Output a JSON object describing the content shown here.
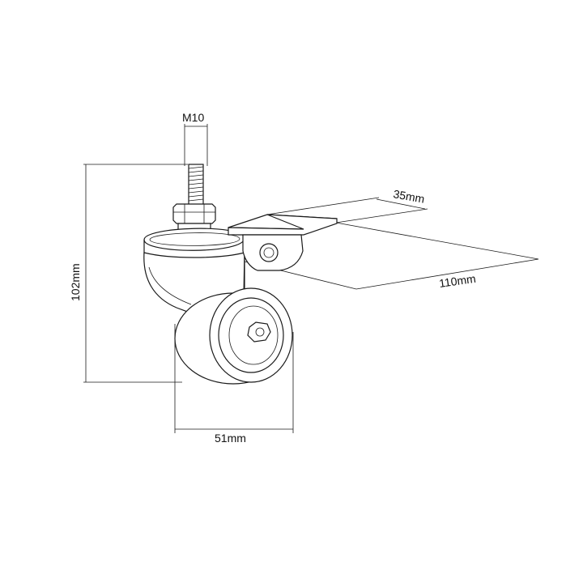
{
  "dimensions": {
    "thread": "M10",
    "height": "102mm",
    "wheel_width": "51mm",
    "plate_width": "35mm",
    "plate_length": "110mm"
  },
  "colors": {
    "line": "#1a1a1a",
    "background": "#ffffff"
  }
}
